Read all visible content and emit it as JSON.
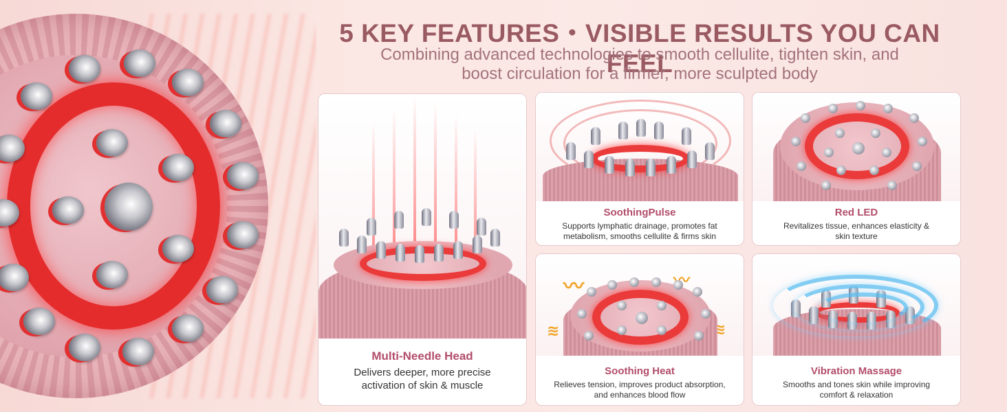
{
  "header": {
    "headline": "5 KEY FEATURES・VISIBLE RESULTS YOU CAN FEEL",
    "subline_1": "Combining advanced technologies to smooth cellulite, tighten skin, and",
    "subline_2": "boost circulation for a firmer, more sculpted body"
  },
  "features": [
    {
      "title": "Multi-Needle Head",
      "desc_1": "Delivers deeper, more precise",
      "desc_2": "activation of skin & muscle"
    },
    {
      "title": "SoothingPulse",
      "desc_1": "Supports lymphatic drainage, promotes fat",
      "desc_2": "metabolism, smooths cellulite & firms skin"
    },
    {
      "title": "Red LED",
      "desc_1": "Revitalizes tissue, enhances elasticity &",
      "desc_2": "skin texture"
    },
    {
      "title": "Soothing Heat",
      "desc_1": "Relieves tension, improves product absorption,",
      "desc_2": "and enhances blood flow"
    },
    {
      "title": "Vibration Massage",
      "desc_1": "Smooths and tones skin while improving",
      "desc_2": "comfort & relaxation"
    }
  ],
  "colors": {
    "headline": "#9a5a62",
    "title": "#b24d6a",
    "led_red": "#e42c2c",
    "heat_orange": "#f0a52a",
    "vibration_blue": "#5abef0"
  },
  "icons": {
    "heat": "zigzag-heat-icon"
  }
}
